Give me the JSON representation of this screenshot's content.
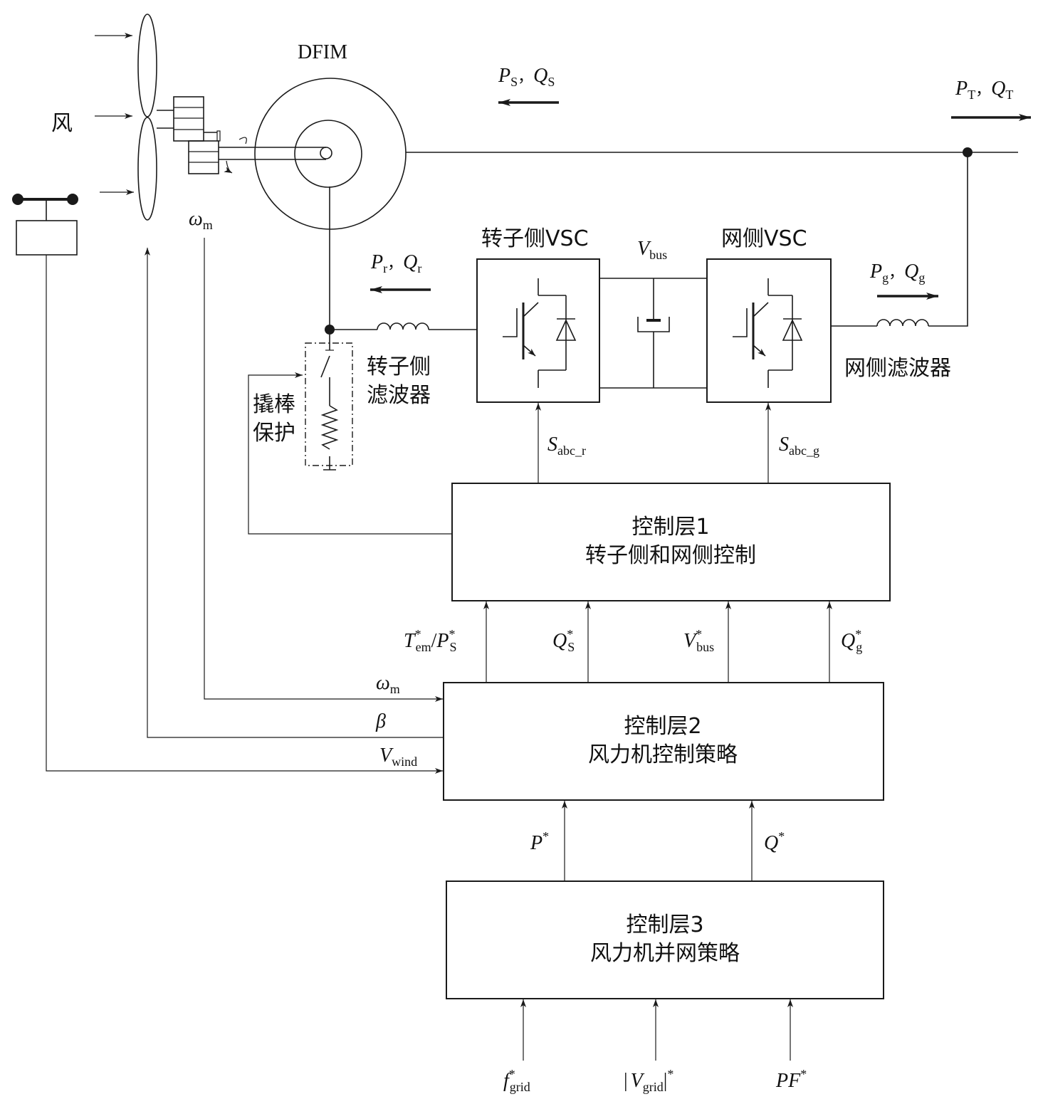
{
  "wind_label": "风",
  "dfim_label": "DFIM",
  "omega_m": "ω",
  "omega_m_sub": "m",
  "ps_qs": {
    "p": "P",
    "p_sub": "S",
    "sep": "，",
    "q": "Q",
    "q_sub": "S"
  },
  "pt_qt": {
    "p": "P",
    "p_sub": "T",
    "sep": "，",
    "q": "Q",
    "q_sub": "T"
  },
  "pr_qr": {
    "p": "P",
    "p_sub": "r",
    "sep": "，",
    "q": "Q",
    "q_sub": "r"
  },
  "pg_qg": {
    "p": "P",
    "p_sub": "g",
    "sep": "，",
    "q": "Q",
    "q_sub": "g"
  },
  "rotor_vsc_title": "转子侧VSC",
  "grid_vsc_title": "网侧VSC",
  "vbus": {
    "v": "V",
    "sub": "bus"
  },
  "rotor_filter": [
    "转子侧",
    "滤波器"
  ],
  "grid_filter": "网侧滤波器",
  "crowbar": [
    "撬棒",
    "保护"
  ],
  "s_abc_r": {
    "s": "S",
    "sub": "abc_r"
  },
  "s_abc_g": {
    "s": "S",
    "sub": "abc_g"
  },
  "layer1": {
    "line1": "控制层1",
    "line2": "转子侧和网侧控制"
  },
  "layer2": {
    "line1": "控制层2",
    "line2": "风力机控制策略"
  },
  "layer3": {
    "line1": "控制层3",
    "line2": "风力机并网策略"
  },
  "layer2_outputs": {
    "tem_ps": {
      "t": "T",
      "t_sub": "em",
      "star": "*",
      "slash": "/",
      "p": "P",
      "p_sub": "S"
    },
    "qs": {
      "q": "Q",
      "sub": "S",
      "star": "*"
    },
    "vbus": {
      "v": "V",
      "sub": "bus",
      "star": "*"
    },
    "qg": {
      "q": "Q",
      "sub": "g",
      "star": "*"
    }
  },
  "layer2_inputs": {
    "omega": {
      "w": "ω",
      "sub": "m"
    },
    "beta": "β",
    "vwind": {
      "v": "V",
      "sub": "wind"
    }
  },
  "layer3_outputs": {
    "p": {
      "p": "P",
      "star": "*"
    },
    "q": {
      "q": "Q",
      "star": "*"
    }
  },
  "layer3_inputs": {
    "fgrid": {
      "f": "f",
      "sub": "grid",
      "star": "*"
    },
    "vgrid": {
      "bar1": "|",
      "v": "V",
      "sub": "grid",
      "bar2": "|",
      "star": "*"
    },
    "pf": {
      "pf": "PF",
      "star": "*"
    }
  }
}
